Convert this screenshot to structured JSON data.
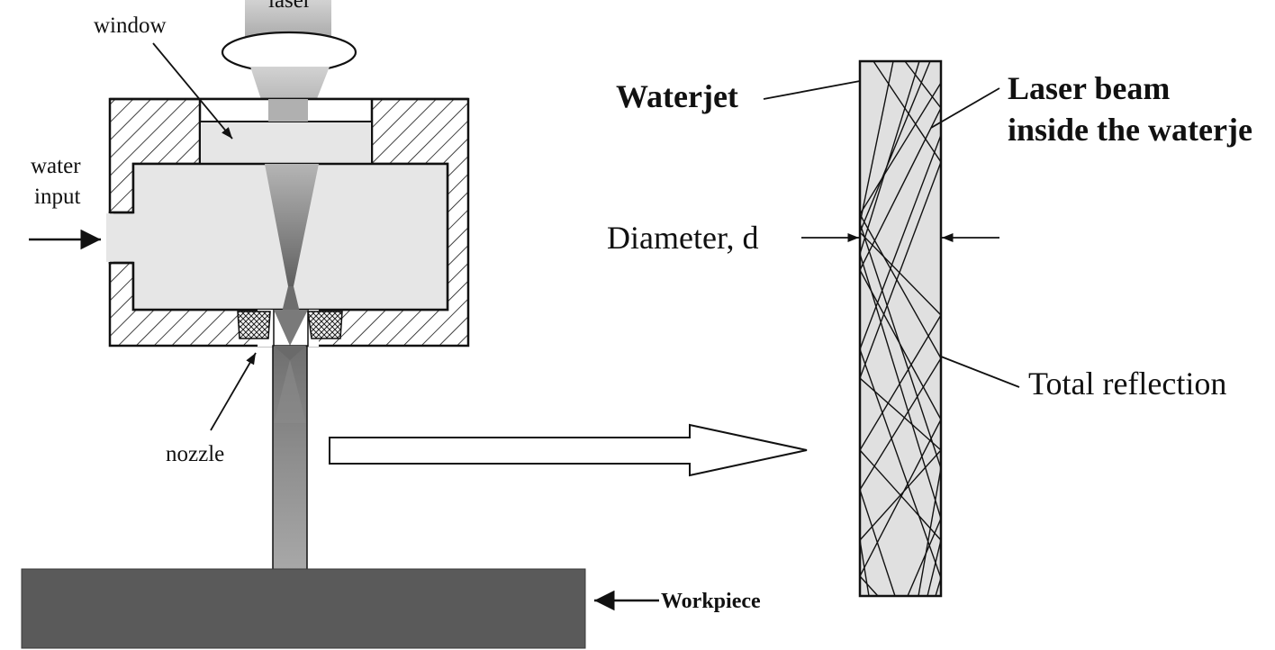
{
  "left_diagram": {
    "labels": {
      "laser": "laser",
      "window": "window",
      "water_input_line1": "water",
      "water_input_line2": "input",
      "nozzle": "nozzle",
      "workpiece": "Workpiece"
    }
  },
  "right_diagram": {
    "labels": {
      "waterjet": "Waterjet",
      "laser_beam_line1": "Laser beam",
      "laser_beam_line2": "inside the waterje",
      "diameter": "Diameter, d",
      "total_reflection": "Total reflection"
    }
  },
  "colors": {
    "housing_fill": "#ffffff",
    "chamber_fill": "#e6e6e6",
    "waterjet_fill": "#e0e0e0",
    "workpiece_fill": "#5a5a5a",
    "line": "#111111"
  }
}
